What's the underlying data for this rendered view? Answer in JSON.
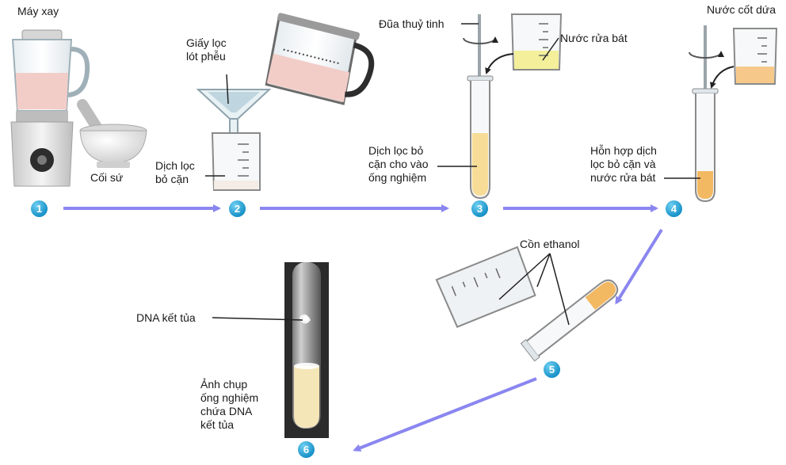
{
  "labels": {
    "blender": "Máy xay",
    "mortar": "Cối sứ",
    "filter_paper": "Giấy lọc\nlót phễu",
    "filtrate": "Dịch lọc\nbỏ cặn",
    "glass_rod": "Đũa thuỷ tinh",
    "dish_soap": "Nước rửa bát",
    "filtrate_to_tube": "Dịch lọc bỏ\ncặn cho vào\nống nghiệm",
    "pineapple_juice": "Nước cốt dứa",
    "mixture": "Hỗn hợp dịch\nlọc bỏ cặn và\nnước rửa bát",
    "ethanol": "Cồn ethanol",
    "dna_precipitate": "DNA kết tủa",
    "photo_caption": "Ảnh chụp\nống nghiệm\nchứa DNA\nkết tủa"
  },
  "steps": [
    "1",
    "2",
    "3",
    "4",
    "5",
    "6"
  ],
  "colors": {
    "arrow": "#8a86f0",
    "badge": "#1992c8",
    "blend": "#f2cdc8",
    "soap": "#f3ef9a",
    "juice": "#f6c98a",
    "filtrate": "#f7dc97",
    "mixture": "#f3b862"
  }
}
